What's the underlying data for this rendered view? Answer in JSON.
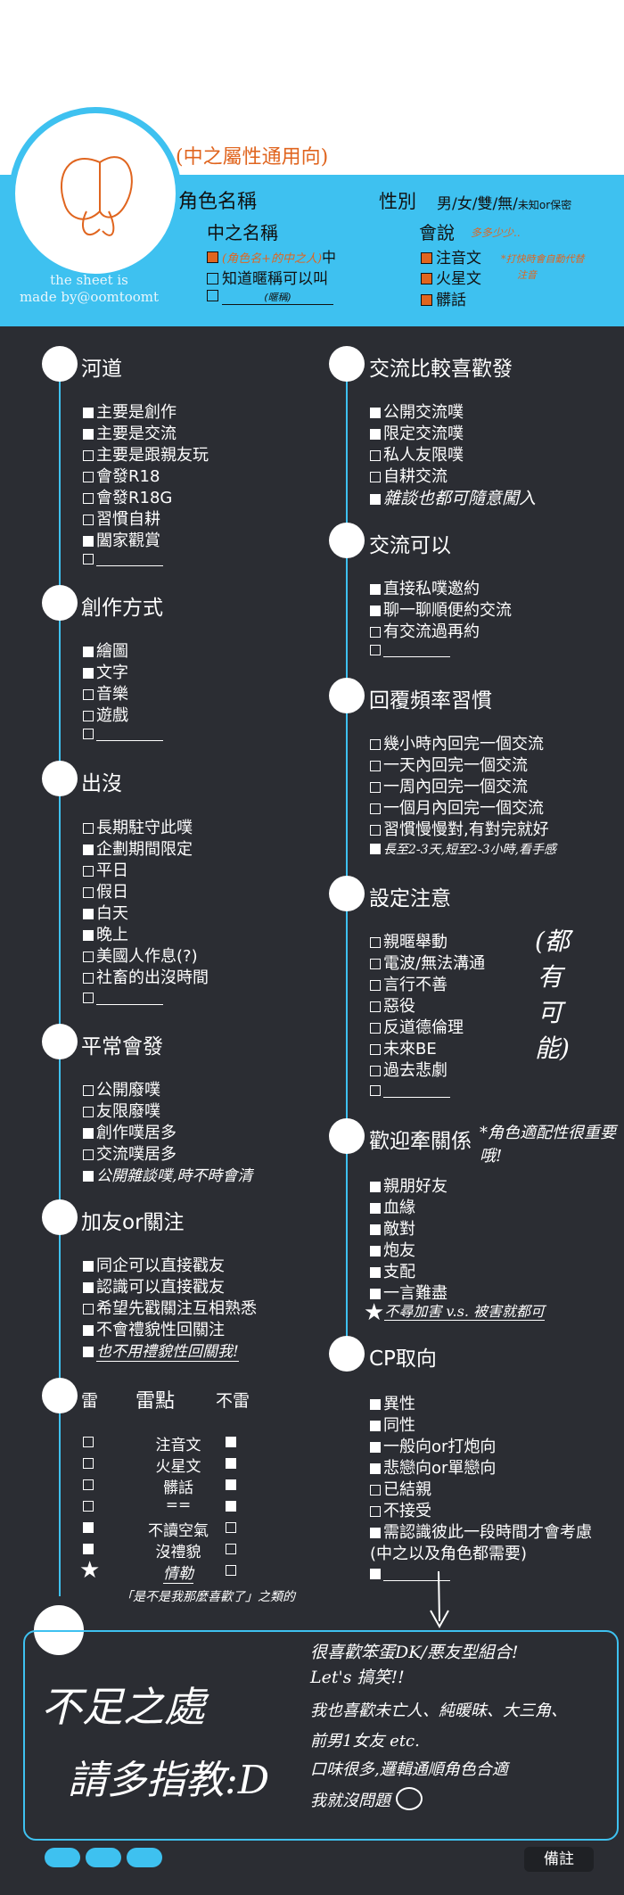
{
  "header": {
    "note": "(中之屬性通用向)",
    "credit_line1": "the sheet is",
    "credit_line2": "made by@oomtoomt",
    "char_name_label": "角色名稱",
    "gender_label": "性別",
    "gender_options": "男/女/雙/無/",
    "gender_small": "未知or保密",
    "nakano_label": "中之名稱",
    "nakano_opt1_text": "(角色名+的中之人)",
    "nakano_opt1_suffix": "中",
    "nakano_opt2": "知道暱稱可以叫",
    "nakano_opt3_hint": "(暱稱)",
    "speak_label": "會說",
    "speak_note1": "多多少少..",
    "speak_opts": [
      "注音文",
      "火星文",
      "髒話"
    ],
    "speak_note2": "*打快時會自動代替",
    "speak_note3": "注音"
  },
  "left_sections": [
    {
      "title": "河道",
      "options": [
        {
          "label": "主要是創作",
          "checked": true
        },
        {
          "label": "主要是交流",
          "checked": true
        },
        {
          "label": "主要是跟親友玩",
          "checked": false
        },
        {
          "label": "會發R18",
          "checked": false
        },
        {
          "label": "會發R18G",
          "checked": false
        },
        {
          "label": "習慣自耕",
          "checked": false
        },
        {
          "label": "闔家觀賞",
          "checked": true
        },
        {
          "label": "",
          "checked": false
        }
      ]
    },
    {
      "title": "創作方式",
      "options": [
        {
          "label": "繪圖",
          "checked": true
        },
        {
          "label": "文字",
          "checked": true
        },
        {
          "label": "音樂",
          "checked": false
        },
        {
          "label": "遊戲",
          "checked": false
        },
        {
          "label": "",
          "checked": false
        }
      ]
    },
    {
      "title": "出沒",
      "options": [
        {
          "label": "長期駐守此噗",
          "checked": false
        },
        {
          "label": "企劃期間限定",
          "checked": true
        },
        {
          "label": "平日",
          "checked": false
        },
        {
          "label": "假日",
          "checked": false
        },
        {
          "label": "白天",
          "checked": true
        },
        {
          "label": "晚上",
          "checked": true
        },
        {
          "label": "美國人作息(?)",
          "checked": false
        },
        {
          "label": "社畜的出沒時間",
          "checked": false
        },
        {
          "label": "",
          "checked": false
        }
      ]
    },
    {
      "title": "平常會發",
      "options": [
        {
          "label": "公開廢噗",
          "checked": false
        },
        {
          "label": "友限廢噗",
          "checked": false
        },
        {
          "label": "創作噗居多",
          "checked": true
        },
        {
          "label": "交流噗居多",
          "checked": false
        },
        {
          "label": "公開雜談噗,時不時會清",
          "checked": true
        }
      ]
    },
    {
      "title": "加友or關注",
      "options": [
        {
          "label": "同企可以直接戳友",
          "checked": true
        },
        {
          "label": "認識可以直接戳友",
          "checked": true
        },
        {
          "label": "希望先戳關注互相熟悉",
          "checked": false
        },
        {
          "label": "不會禮貌性回關注",
          "checked": true
        },
        {
          "label": "也不用禮貌性回關我!",
          "checked": true
        }
      ]
    }
  ],
  "lei": {
    "col1": "雷",
    "col2": "雷點",
    "col3": "不雷",
    "rows": [
      {
        "label": "注音文",
        "lei": false,
        "bulei": true
      },
      {
        "label": "火星文",
        "lei": false,
        "bulei": true
      },
      {
        "label": "髒話",
        "lei": false,
        "bulei": true
      },
      {
        "label": "==",
        "lei": false,
        "bulei": true
      },
      {
        "label": "不讀空氣",
        "lei": true,
        "bulei": false
      },
      {
        "label": "沒禮貌",
        "lei": true,
        "bulei": false
      },
      {
        "label": "情勒",
        "lei": true,
        "bulei": false
      }
    ],
    "note": "「是不是我那麼喜歡了」之類的"
  },
  "right_sections": [
    {
      "title": "交流比較喜歡發",
      "options": [
        {
          "label": "公開交流噗",
          "checked": true
        },
        {
          "label": "限定交流噗",
          "checked": true
        },
        {
          "label": "私人友限噗",
          "checked": false
        },
        {
          "label": "自耕交流",
          "checked": false
        },
        {
          "label": "雜談也都可隨意闖入",
          "checked": true
        }
      ]
    },
    {
      "title": "交流可以",
      "options": [
        {
          "label": "直接私噗邀約",
          "checked": true
        },
        {
          "label": "聊一聊順便約交流",
          "checked": true
        },
        {
          "label": "有交流過再約",
          "checked": false
        },
        {
          "label": "",
          "checked": false
        }
      ]
    },
    {
      "title": "回覆頻率習慣",
      "options": [
        {
          "label": "幾小時內回完一個交流",
          "checked": false
        },
        {
          "label": "一天內回完一個交流",
          "checked": false
        },
        {
          "label": "一周內回完一個交流",
          "checked": false
        },
        {
          "label": "一個月內回完一個交流",
          "checked": false
        },
        {
          "label": "習慣慢慢對,有對完就好",
          "checked": false
        },
        {
          "label": "長至2-3天,短至2-3小時,看手感",
          "checked": true
        }
      ]
    },
    {
      "title": "設定注意",
      "options": [
        {
          "label": "親暱舉動",
          "checked": false
        },
        {
          "label": "電波/無法溝通",
          "checked": false
        },
        {
          "label": "言行不善",
          "checked": false
        },
        {
          "label": "惡役",
          "checked": false
        },
        {
          "label": "反道德倫理",
          "checked": false
        },
        {
          "label": "未來BE",
          "checked": false
        },
        {
          "label": "過去悲劇",
          "checked": false
        },
        {
          "label": "",
          "checked": false
        }
      ],
      "side_note": "(都有可能)"
    },
    {
      "title": "歡迎牽關係",
      "title_note": "*角色適配性很重要哦!",
      "options": [
        {
          "label": "親朋好友",
          "checked": true
        },
        {
          "label": "血緣",
          "checked": true
        },
        {
          "label": "敵對",
          "checked": true
        },
        {
          "label": "炮友",
          "checked": true
        },
        {
          "label": "支配",
          "checked": true
        },
        {
          "label": "一言難盡",
          "checked": true
        },
        {
          "label": "不尋加害 v.s. 被害就都可",
          "checked": true
        }
      ]
    },
    {
      "title": "CP取向",
      "options": [
        {
          "label": "異性",
          "checked": true
        },
        {
          "label": "同性",
          "checked": true
        },
        {
          "label": "一般向or打炮向",
          "checked": true
        },
        {
          "label": "悲戀向or單戀向",
          "checked": true
        },
        {
          "label": "已結親",
          "checked": false
        },
        {
          "label": "不接受",
          "checked": false
        },
        {
          "label": "需認識彼此一段時間才會考慮",
          "checked": true
        },
        {
          "label": "(中之以及角色都需要)",
          "checked": false
        },
        {
          "label": "",
          "checked": true
        }
      ]
    }
  ],
  "bottom": {
    "big1": "不足之處",
    "big2": "請多指教:D",
    "r1": "很喜歡笨蛋DK/悪友型組合!",
    "r2": "Let's 搞笑!!",
    "r3": "我也喜歡未亡人、純暖昧、大三角、",
    "r4": "前男1女友 etc.",
    "r5": "口味很多,邏輯通順角色合適",
    "r6": "我就沒問題",
    "remark": "備註"
  }
}
